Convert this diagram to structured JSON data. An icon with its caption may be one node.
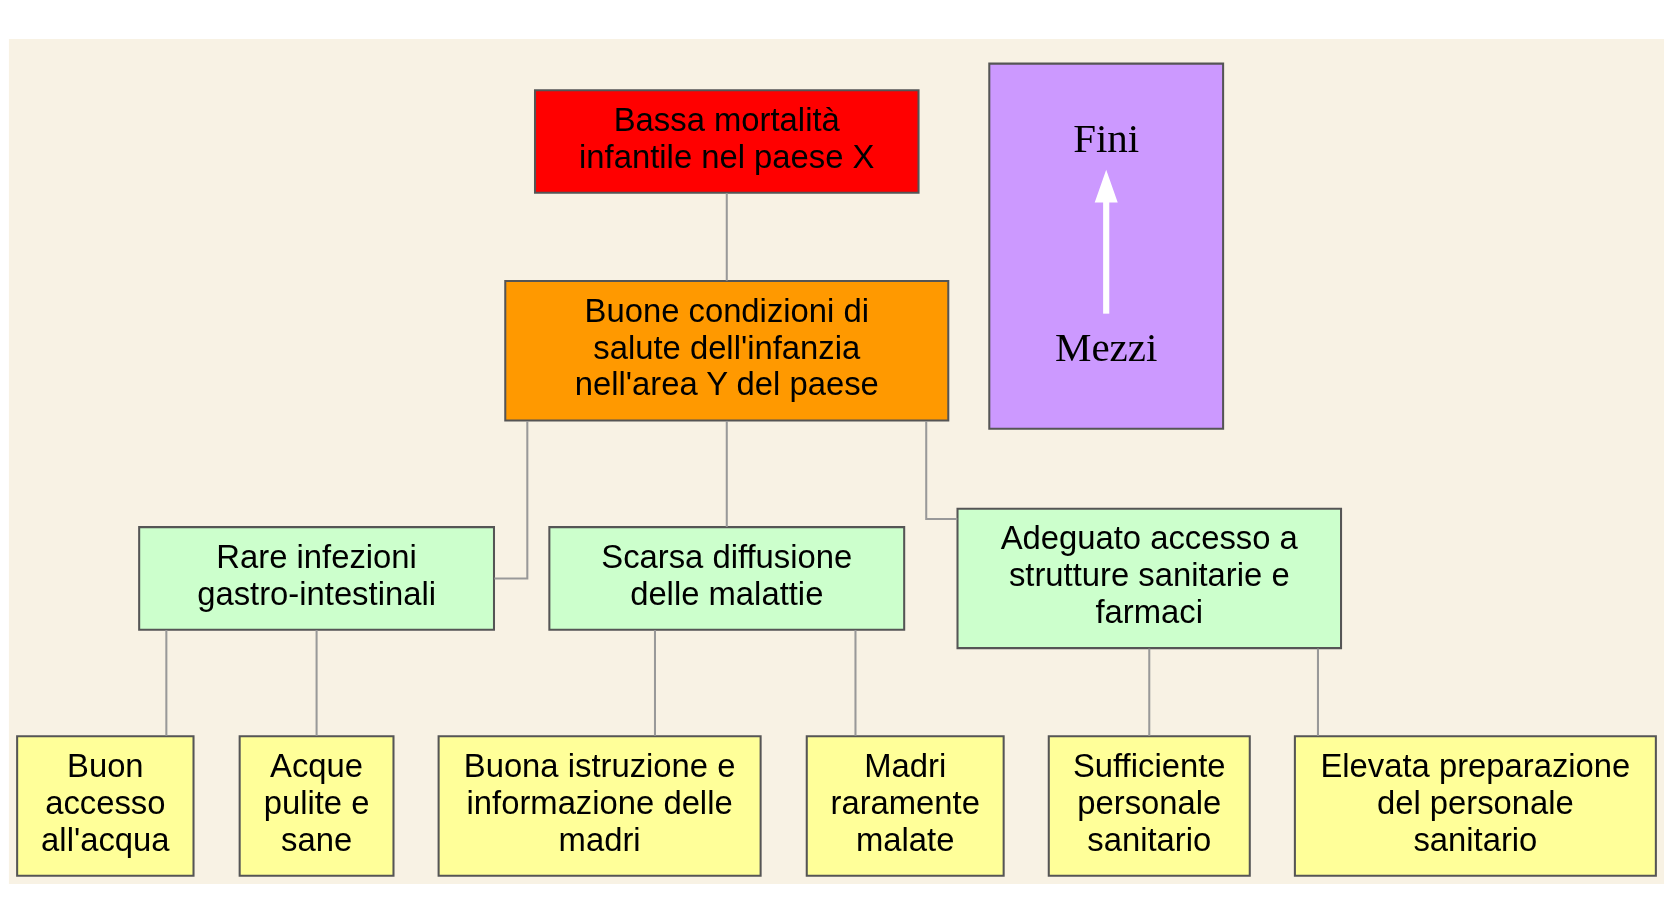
{
  "diagram": {
    "nodes": [
      {
        "text": [
          "Bassa mortalità infantile nel paese X"
        ]
      },
      {
        "text": [
          "Buone condizioni di salute dell'infanzia nell'area Y del paese"
        ]
      },
      {
        "text": [
          "Rare infezioni gastro-intestinali"
        ]
      },
      {
        "text": [
          "Scarsa diffusione delle malattie"
        ]
      },
      {
        "text": [
          "Adeguato accesso a strutture sanitarie e farmaci"
        ]
      },
      {
        "text": [
          "Buon accesso all'acqua"
        ]
      },
      {
        "text": [
          "Acque pulite e sane"
        ]
      },
      {
        "text": [
          "Buona istruzione e informazione delle madri"
        ]
      },
      {
        "text": [
          "Madri raramente malate"
        ]
      },
      {
        "text": [
          "Sufficiente personale sanitario"
        ]
      },
      {
        "text": [
          "Elevata preparazione del personale sanitario"
        ]
      },
      {
        "text": [],
        "shape": "box"
      },
      {
        "text": [
          "Fini"
        ],
        "in": 11
      },
      {
        "text": [
          "Mezzi"
        ],
        "in": 11
      }
    ],
    "edges": [
      {
        "from": 0,
        "to": 1,
        "arrow": "none"
      },
      {
        "from": 1,
        "to": 2,
        "arrow": "none"
      },
      {
        "from": 1,
        "to": 3,
        "arrow": "none"
      },
      {
        "from": 1,
        "to": 4,
        "arrow": "none"
      },
      {
        "from": 2,
        "to": 5,
        "arrow": "none"
      },
      {
        "from": 2,
        "to": 6,
        "arrow": "none"
      },
      {
        "from": 3,
        "to": 7,
        "arrow": "none"
      },
      {
        "from": 3,
        "to": 8,
        "arrow": "none"
      },
      {
        "from": 4,
        "to": 9,
        "arrow": "none"
      },
      {
        "from": 4,
        "to": 10,
        "arrow": "none"
      },
      {
        "from": 13,
        "to": 12,
        "arrow": "to",
        "style": "thick",
        "color": "#ffffff"
      }
    ]
  }
}
